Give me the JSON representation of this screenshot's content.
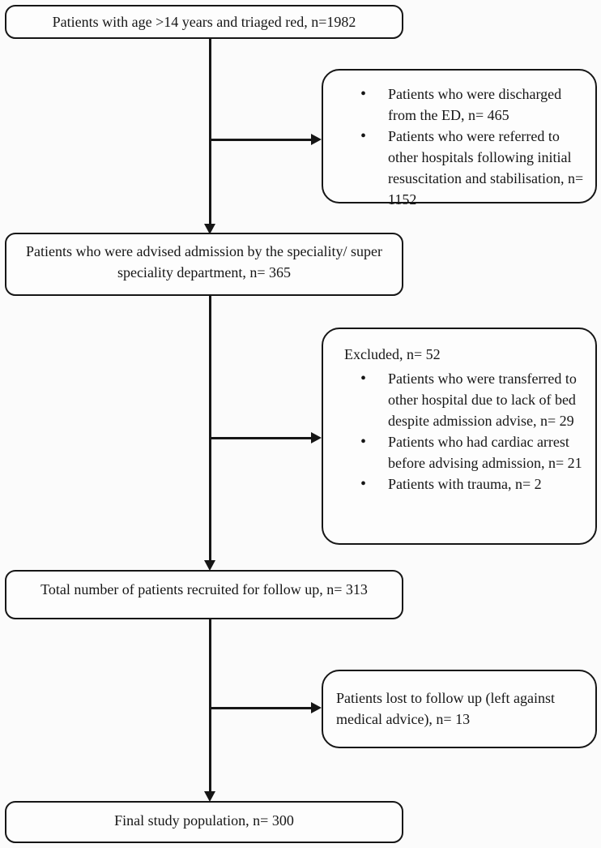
{
  "figure": {
    "type": "patient-flow-diagram",
    "colors": {
      "ink": "#161616",
      "background": "#fbfbfb",
      "box_fill": "#fdfdfd"
    },
    "main_boxes": [
      {
        "text": "Patients with age >14 years and triaged red, n=1982"
      },
      {
        "text": "Patients who were advised admission by the speciality/ super speciality department, n= 365"
      },
      {
        "text": "Total number of patients recruited for follow up, n= 313"
      },
      {
        "text": "Final study population, n= 300"
      }
    ],
    "side_boxes": [
      {
        "bullets": [
          "Patients who were discharged from the ED, n= 465",
          "Patients who were referred to other hospitals following initial resuscitation and stabilisation, n= 1152"
        ]
      },
      {
        "title": "Excluded, n= 52",
        "bullets": [
          "Patients who were transferred to other hospital due to lack of bed despite admission advise, n= 29",
          "Patients who had cardiac arrest before advising admission, n= 21",
          "Patients with trauma, n= 2"
        ]
      },
      {
        "text": "Patients lost to follow up (left against medical advice), n= 13"
      }
    ]
  }
}
